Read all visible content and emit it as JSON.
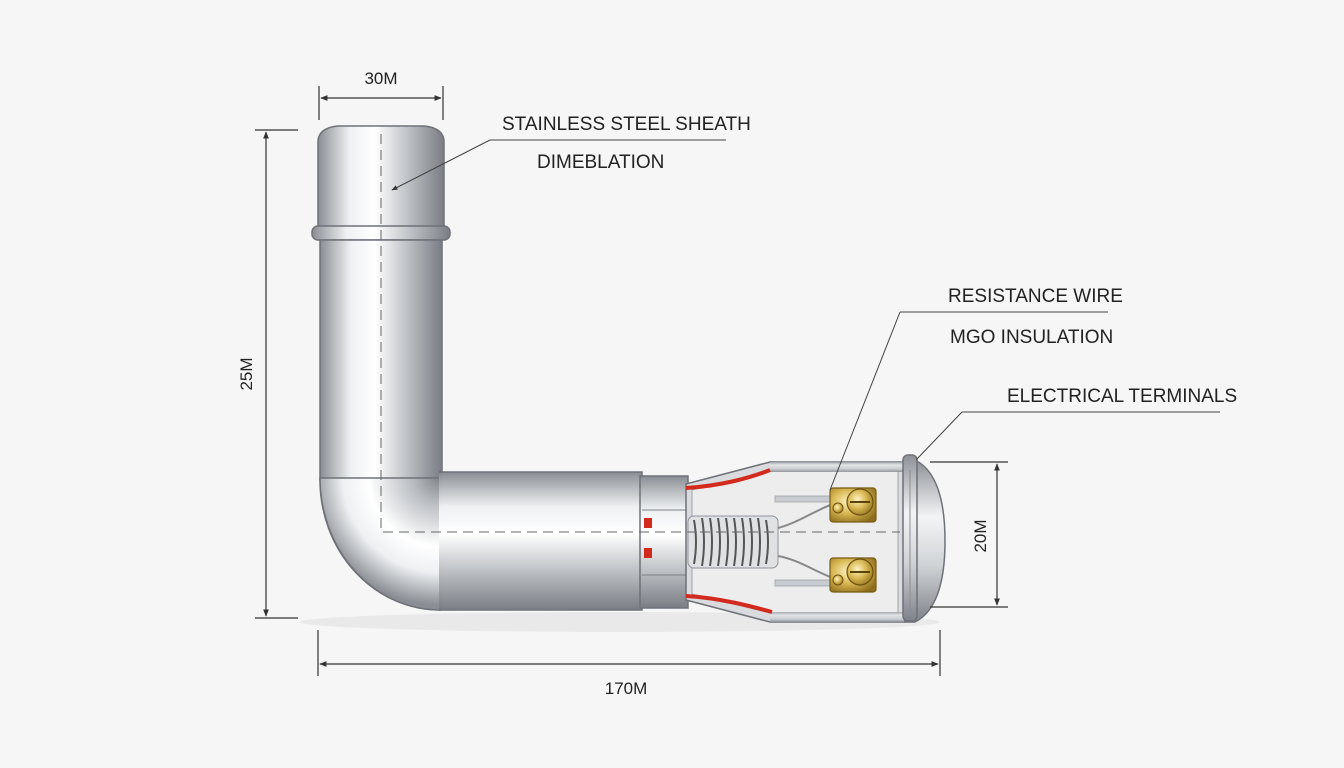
{
  "labels": {
    "sheath": "STAINLESS STEEL SHEATH",
    "dimeblation": "DIMEBLATION",
    "resistance_wire": "RESISTANCE WIRE",
    "mgo_insulation": "MGO INSULATION",
    "terminals": "ELECTRICAL TERMINALS"
  },
  "dimensions": {
    "top_width": "30M",
    "height": "25M",
    "length": "170M",
    "end_diameter": "20M"
  },
  "colors": {
    "metal_light": "#f2f3f4",
    "metal_mid": "#b9bcc0",
    "metal_dark": "#7d8187",
    "wire": "#d32a1e",
    "brass": "#c9a43c"
  }
}
